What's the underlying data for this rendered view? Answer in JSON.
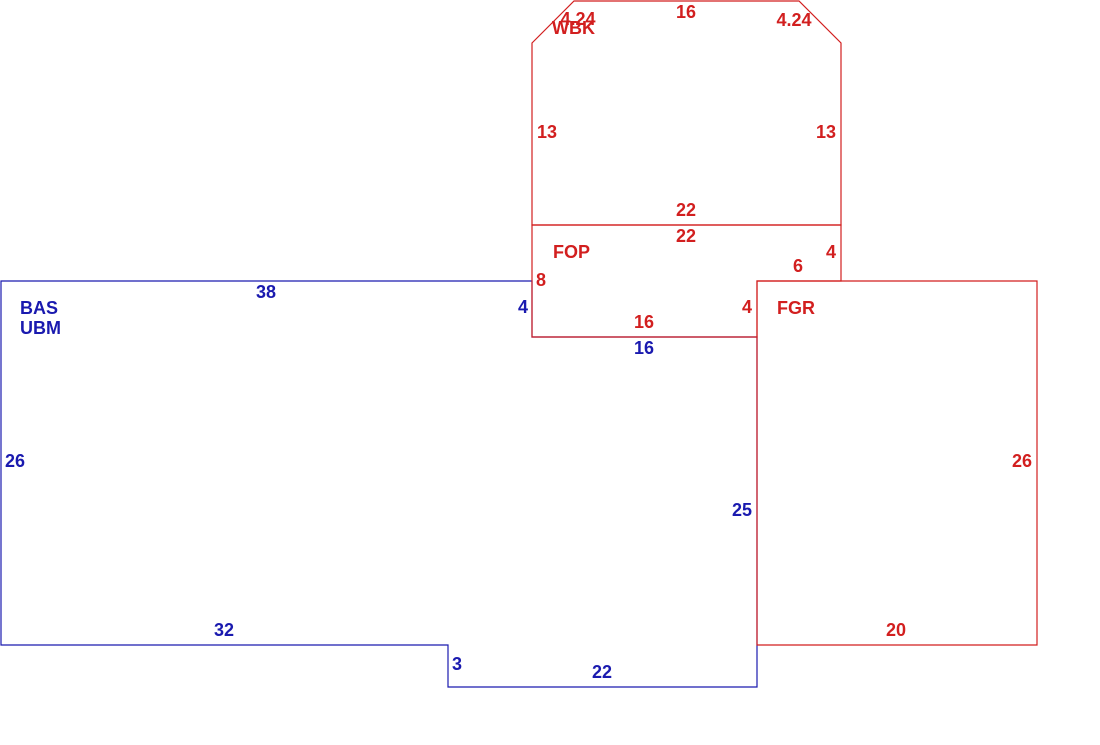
{
  "colors": {
    "living_area": "#1a1aaf",
    "other_area": "#d21f1f",
    "background": "#ffffff"
  },
  "areas": {
    "bas": {
      "code": "BAS",
      "code2": "UBM",
      "dims": {
        "top": "38",
        "left": "26",
        "bottom_left": "32",
        "step": "3",
        "bottom_right": "22",
        "right": "25",
        "notch_top": "16",
        "notch_side": "4"
      }
    },
    "wbk": {
      "code": "WBK",
      "dims": {
        "top": "16",
        "chamfer_left": "4.24",
        "chamfer_right": "4.24",
        "left": "13",
        "right": "13",
        "bottom": "22"
      }
    },
    "fop": {
      "code": "FOP",
      "dims": {
        "top": "22",
        "left": "8",
        "right_upper": "4",
        "step_top": "6",
        "right_lower": "4",
        "bottom": "16"
      }
    },
    "fgr": {
      "code": "FGR",
      "dims": {
        "right": "26",
        "bottom": "20"
      }
    }
  }
}
